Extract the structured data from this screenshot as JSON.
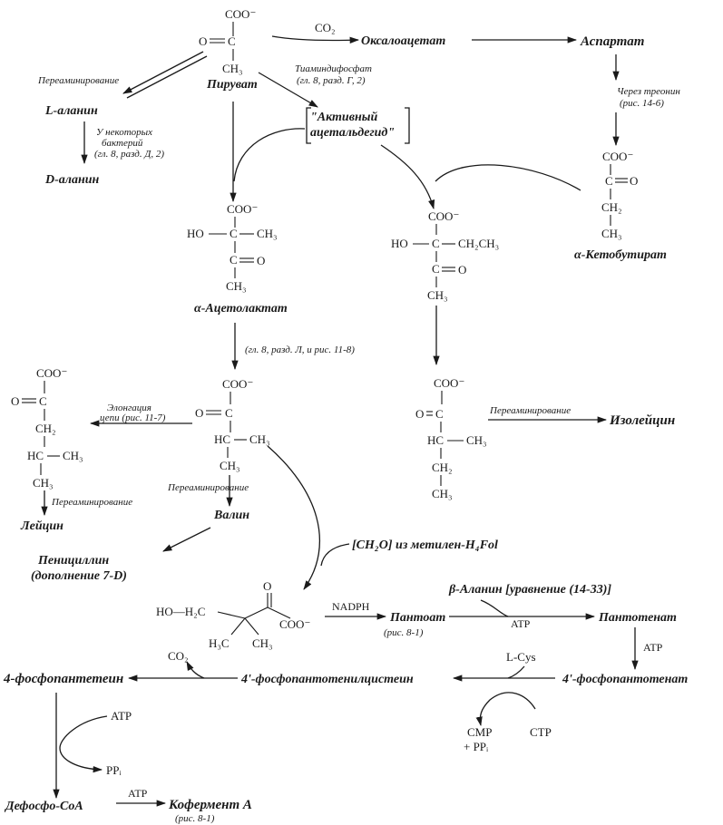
{
  "pyruvate": {
    "coo": "COO⁻",
    "o": "O",
    "c": "C",
    "ch3": "CH₃",
    "name": "Пируват"
  },
  "co2_top": "CO₂",
  "oxaloacetate": "Оксалоацетат",
  "aspartate": "Аспартат",
  "transamination_1": "Переаминирование",
  "l_alanine": "L-аланин",
  "some_bacteria": [
    "У некоторых",
    "бактерий",
    "(гл. 8, разд. Д, 2)"
  ],
  "d_alanine": "D-аланин",
  "tpp": [
    "Тиаминдифосфат",
    "(гл. 8, разд. Г, 2)"
  ],
  "active_acetaldehyde": [
    "\"Активный",
    "ацетальдегид\""
  ],
  "via_threonine": [
    "Через треонин",
    "(рис. 14-6)"
  ],
  "ketobutyrate": {
    "coo": "COO⁻",
    "o": "O",
    "c": "C",
    "ch2": "CH₂",
    "ch3": "CH₃",
    "name": "α-Кетобутират"
  },
  "acetolactate": {
    "coo": "COO⁻",
    "ho": "HO",
    "c": "C",
    "ch3": "CH₃",
    "o": "O",
    "c2": "C",
    "ch3b": "CH₃",
    "name": "α-Ацетолактат"
  },
  "acetohydroxybutyrate": {
    "coo": "COO⁻",
    "ho": "HO",
    "c": "C",
    "ch2ch3": "CH₂CH₃",
    "c2": "C",
    "o": "O",
    "ch3": "CH₃"
  },
  "acetolactate_ref": "(гл. 8, разд. Л, и рис. 11-8)",
  "ketoisovalerate": {
    "coo": "COO⁻",
    "o": "O",
    "c": "C",
    "hc": "HC",
    "ch3": "CH₃",
    "ch3b": "CH₃"
  },
  "ketomethylvalerate": {
    "coo": "COO⁻",
    "o": "O",
    "c": "C",
    "hc": "HC",
    "ch3": "CH₃",
    "ch2": "CH₂",
    "ch3b": "CH₃"
  },
  "transamination_ile": "Переаминирование",
  "isoleucine": "Изолейцин",
  "elongation": [
    "Элонгация",
    "цепи (рис. 11-7)"
  ],
  "ketoisocaproate": {
    "coo": "COO⁻",
    "o": "O",
    "c": "C",
    "ch2": "CH₂",
    "hc": "HC",
    "ch3": "CH₃",
    "ch3b": "CH₃"
  },
  "transamination_leu": "Переаминирование",
  "leucine": "Лейцин",
  "transamination_val": "Переаминирование",
  "valine": "Валин",
  "penicillin": [
    "Пенициллин",
    "(дополнение 7-D)"
  ],
  "ch2o": "[CH₂O] из метилен-H₄Fol",
  "pantoate_struct": {
    "ho": "HO—H₂C",
    "o": "O",
    "coo": "COO⁻",
    "h3c": "H₃C",
    "ch3": "CH₃"
  },
  "nadph": "NADPH",
  "pantoate": "Пантоат",
  "pantoate_ref": "(рис. 8-1)",
  "beta_alanine": "β-Аланин [уравнение (14-33)]",
  "atp_1": "ATP",
  "pantothenate": "Пантотенат",
  "atp_2": "ATP",
  "l_cys": "L-Cys",
  "phosphopantothenate": "4'-фосфопантотенат",
  "phosphopantothenylcysteine": "4'-фосфопантотенилцистеин",
  "cmp": "CMP",
  "ppi_1": "+ PPᵢ",
  "ctp": "CTP",
  "co2_bottom": "CO₂",
  "phosphopantetheine": "4-фосфопантетеин",
  "atp_3": "ATP",
  "ppi_2": "PPᵢ",
  "dephospho_coa": "Дефосфо-CoA",
  "atp_4": "ATP",
  "coenzyme_a": "Кофермент A",
  "coa_ref": "(рис. 8-1)"
}
